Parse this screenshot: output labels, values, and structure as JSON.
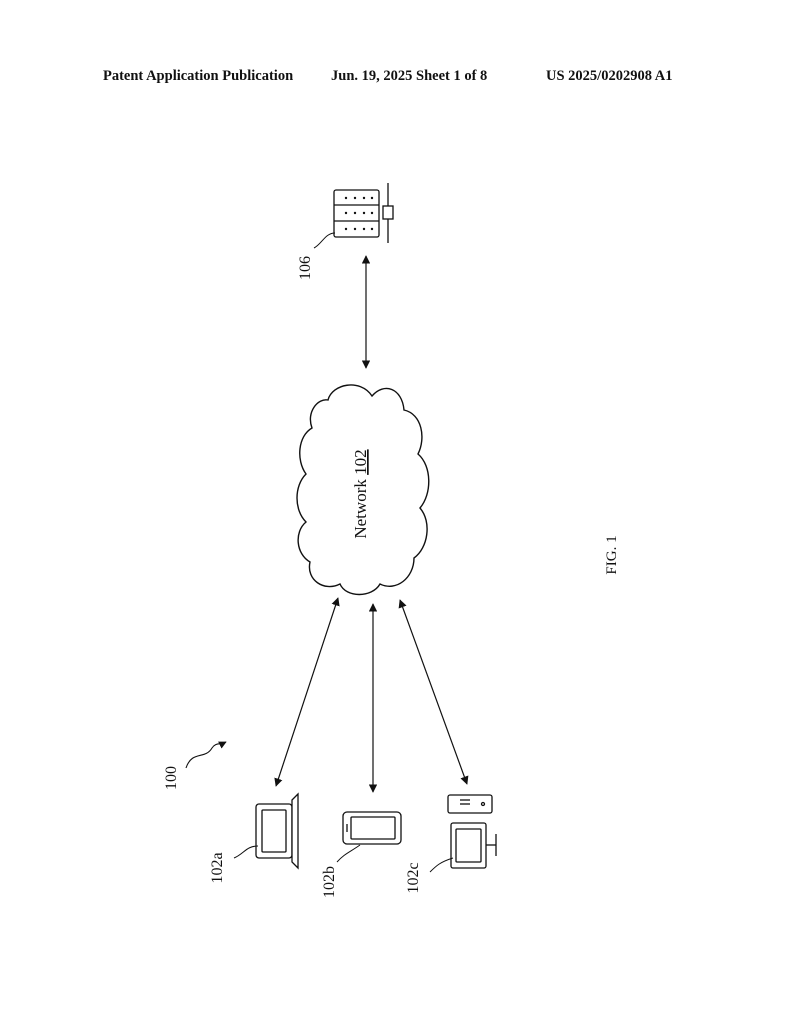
{
  "header": {
    "publication": "Patent Application Publication",
    "date_sheet": "Jun. 19, 2025  Sheet 1 of 8",
    "pub_number": "US 2025/0202908 A1"
  },
  "figure": {
    "label": "FIG. 1",
    "system_ref": "100",
    "network": {
      "text": "Network",
      "ref": "102"
    },
    "server": {
      "ref": "106",
      "icon": "server-rack-icon"
    },
    "devices": [
      {
        "ref": "102a",
        "icon": "laptop-icon"
      },
      {
        "ref": "102b",
        "icon": "smartphone-icon"
      },
      {
        "ref": "102c",
        "icon": "desktop-computer-icon"
      }
    ]
  }
}
